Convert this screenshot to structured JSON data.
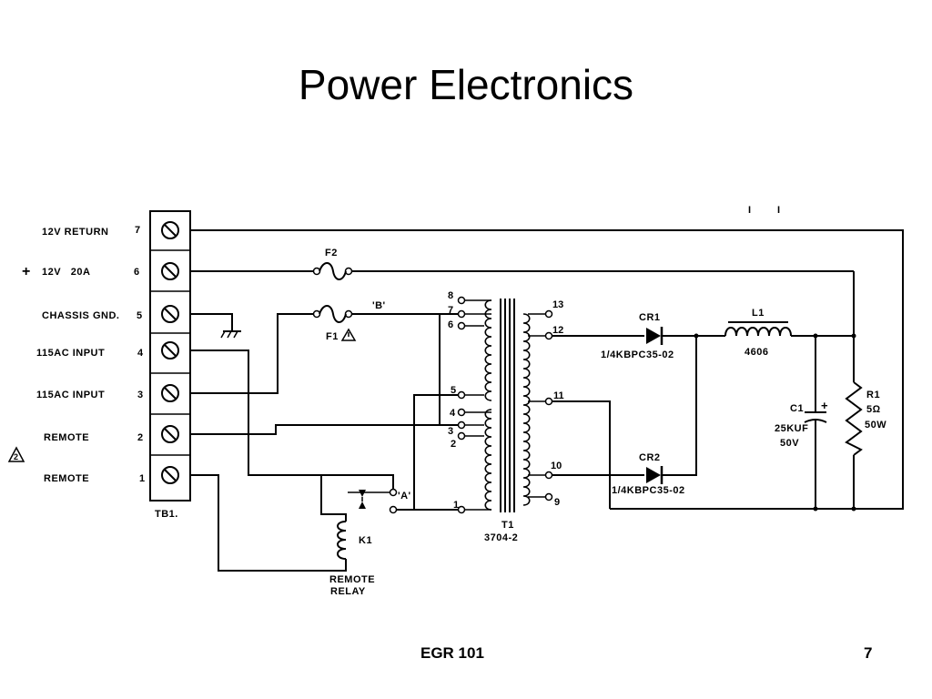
{
  "slide": {
    "title": "Power Electronics",
    "footer_course": "EGR 101",
    "page_number": "7"
  },
  "terminal_block": {
    "name": "TB1.",
    "terminals": [
      {
        "number": "7",
        "label": "12V RETURN"
      },
      {
        "number": "6",
        "label": "12V   20A",
        "prefix": "+"
      },
      {
        "number": "5",
        "label": "CHASSIS GND."
      },
      {
        "number": "4",
        "label": "115AC INPUT"
      },
      {
        "number": "3",
        "label": "115AC INPUT"
      },
      {
        "number": "2",
        "label": "REMOTE"
      },
      {
        "number": "1",
        "label": "REMOTE"
      }
    ],
    "note_symbol": "2"
  },
  "components": {
    "fuse_f2": "F2",
    "fuse_f1": "F1",
    "point_b": "'B'",
    "point_a": "'A'",
    "relay_name": "K1",
    "relay_caption": [
      "REMOTE",
      "RELAY"
    ],
    "transformer_name": "T1",
    "transformer_part": "3704-2",
    "primary_taps": [
      "8",
      "7",
      "6",
      "5",
      "4",
      "3",
      "2",
      "1"
    ],
    "secondary_taps": [
      "13",
      "12",
      "11",
      "10",
      "9"
    ],
    "diode_cr1": "CR1",
    "diode_cr1_part": "1/4KBPC35-02",
    "diode_cr2": "CR2",
    "diode_cr2_part": "1/4KBPC35-02",
    "inductor_name": "L1",
    "inductor_part": "4606",
    "capacitor_name": "C1",
    "capacitor_value": "25KUF",
    "capacitor_voltage": "50V",
    "capacitor_polarity": "+",
    "resistor_name": "R1",
    "resistor_value": "5Ω",
    "resistor_power": "50W",
    "top_marks": [
      "I",
      "I"
    ]
  }
}
